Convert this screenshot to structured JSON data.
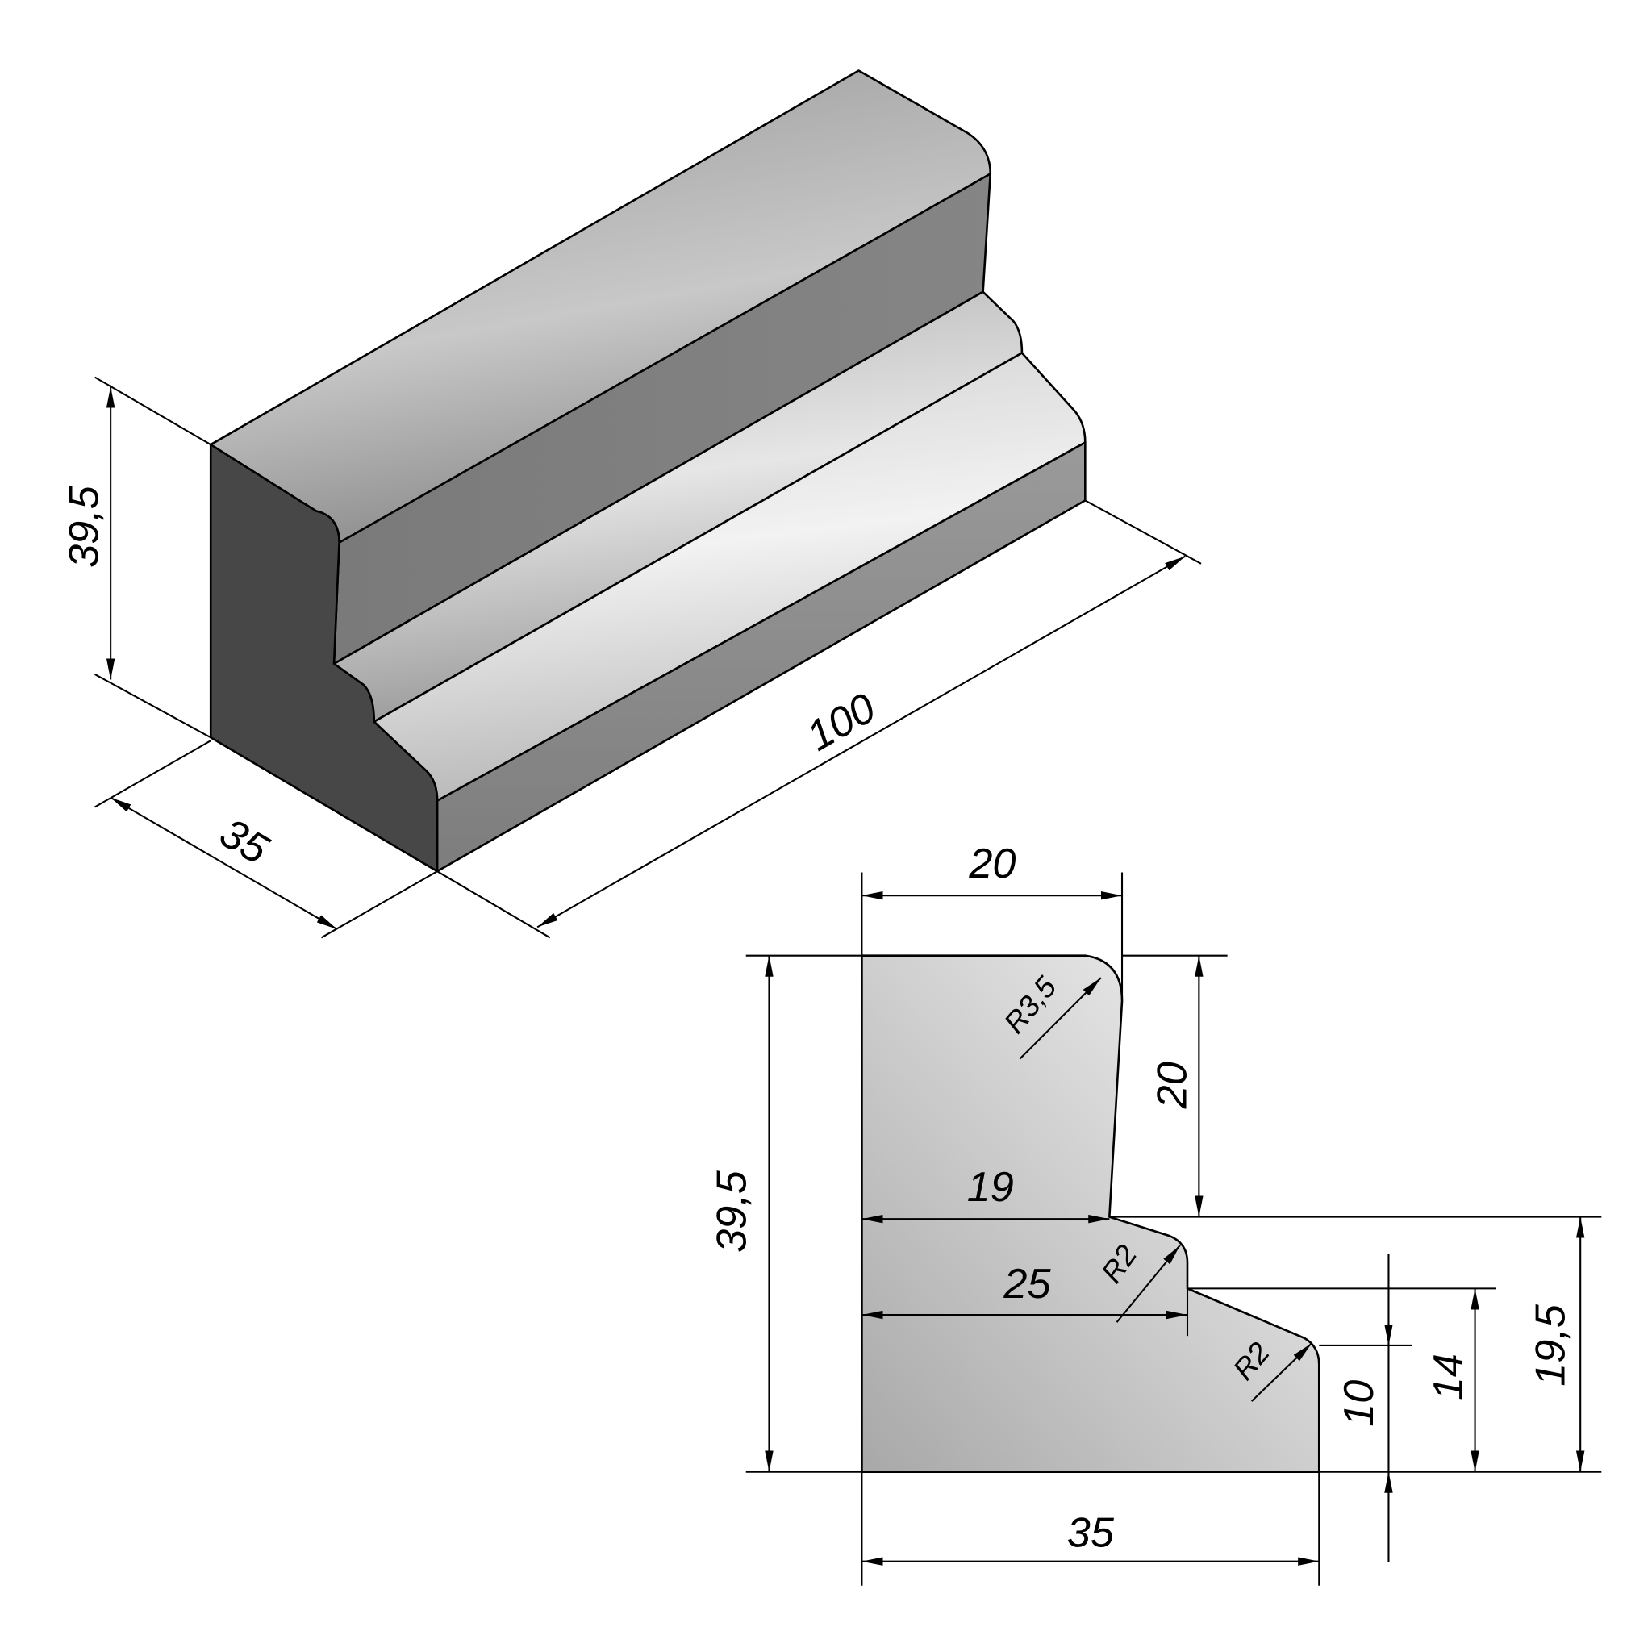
{
  "iso_view": {
    "height": "39,5",
    "depth": "35",
    "length": "100"
  },
  "section_view": {
    "top_width": "20",
    "top_radius": "R3,5",
    "upper_height": "20",
    "total_height": "39,5",
    "step1_width": "19",
    "step2_width": "25",
    "radius_step1": "R2",
    "radius_step2": "R2",
    "lower_height": "19,5",
    "mid_height": "14",
    "base_height": "10",
    "base_width": "35"
  },
  "colors": {
    "front_face": "#474747",
    "line": "#000000"
  }
}
